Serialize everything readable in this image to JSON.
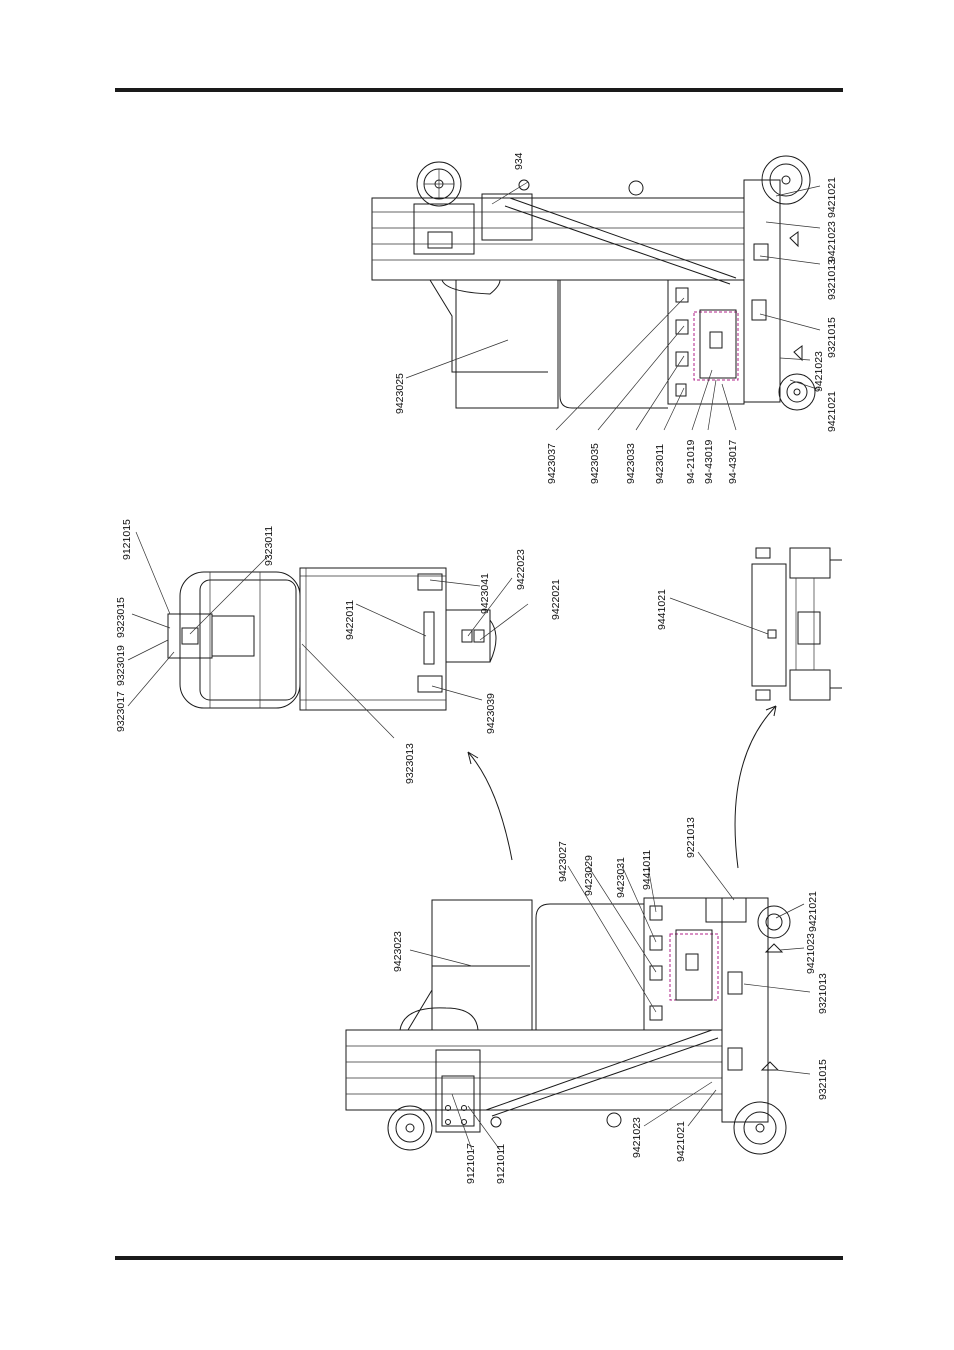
{
  "labels": {
    "v1": [
      "934",
      "9421021",
      "9421023",
      "9321013",
      "9321015",
      "9421023",
      "9421021",
      "9423025",
      "9423037",
      "9423035",
      "9423033",
      "9423011",
      "94-21019",
      "94-43019",
      "94-43017"
    ],
    "v2": [
      "9121015",
      "9323015",
      "9323019",
      "9323017",
      "9323011",
      "9422011",
      "9423041",
      "9422023",
      "9422021",
      "9423039",
      "9323013"
    ],
    "v3": [
      "9441021"
    ],
    "v4": [
      "9423023",
      "9423027",
      "9423029",
      "9423031",
      "9441011",
      "9221013",
      "9421021",
      "9421023",
      "9321013",
      "9321015",
      "9421023",
      "9421021",
      "9121017",
      "9121011"
    ]
  }
}
